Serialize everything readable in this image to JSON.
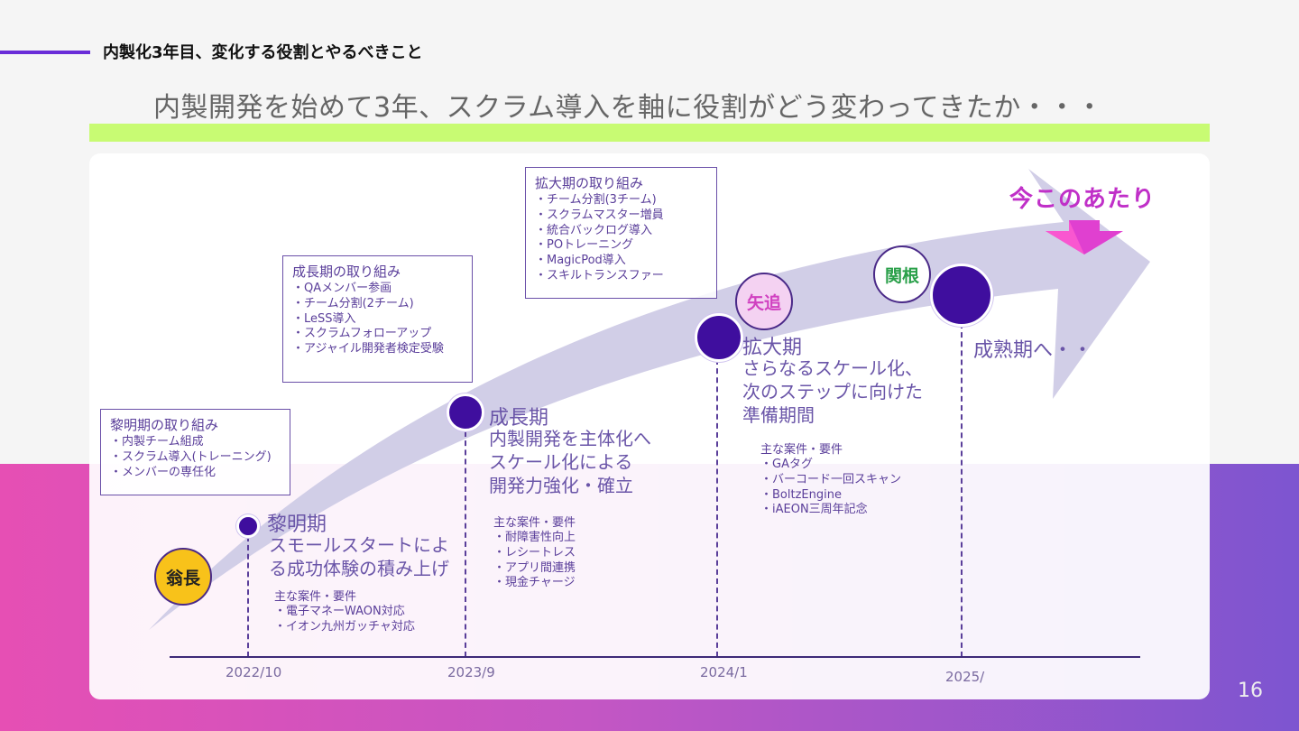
{
  "header": {
    "title": "内製化3年目、変化する役割とやるべきこと"
  },
  "subtitle": "内製開発を始めて3年、スクラム導入を軸に役割がどう変わってきたか・・・",
  "page_number": "16",
  "now_label": "今このあたり",
  "mature_label": "成熟期へ・・",
  "people": {
    "p1": "翁長",
    "p2": "矢追",
    "p3": "関根"
  },
  "boxes": {
    "dawn": {
      "title": "黎明期の取り組み",
      "items": [
        "・内製チーム組成",
        "・スクラム導入(トレーニング)",
        "・メンバーの専任化"
      ]
    },
    "growth": {
      "title": "成長期の取り組み",
      "items": [
        "・QAメンバー参画",
        "・チーム分割(2チーム)",
        "・LeSS導入",
        "・スクラムフォローアップ",
        "・アジャイル開発者検定受験"
      ]
    },
    "expansion": {
      "title": "拡大期の取り組み",
      "items": [
        "・チーム分割(3チーム)",
        "・スクラムマスター増員",
        "・統合バックログ導入",
        "・POトレーニング",
        "・MagicPod導入",
        "・スキルトランスファー"
      ]
    }
  },
  "phases": {
    "dawn": {
      "name": "黎明期",
      "desc": [
        "スモールスタートによ",
        "る成功体験の積み上げ"
      ]
    },
    "growth": {
      "name": "成長期",
      "desc": [
        "内製開発を主体化へ",
        "スケール化による",
        "開発力強化・確立"
      ]
    },
    "expansion": {
      "name": "拡大期",
      "desc": [
        "さらなるスケール化、",
        "次のステップに向けた",
        "準備期間"
      ]
    }
  },
  "cases": {
    "dawn": {
      "title": "主な案件・要件",
      "items": [
        "・電子マネーWAON対応",
        "・イオン九州ガッチャ対応"
      ]
    },
    "growth": {
      "title": "主な案件・要件",
      "items": [
        "・耐障害性向上",
        "・レシートレス",
        "・アプリ間連携",
        "・現金チャージ"
      ]
    },
    "expansion": {
      "title": "主な案件・要件",
      "items": [
        "・GAタグ",
        "・バーコード一回スキャン",
        "・BoltzEngine",
        "・iAEON三周年記念"
      ]
    }
  },
  "timeline": {
    "ticks": [
      "2022/10",
      "2023/9",
      "2024/1",
      "2025/"
    ]
  },
  "colors": {
    "accent": "#6a2dd8",
    "lime": "#c8fb73",
    "dot": "#3f0e9e",
    "now": "#c030c8",
    "badge_yellow": "#f8c21a"
  }
}
